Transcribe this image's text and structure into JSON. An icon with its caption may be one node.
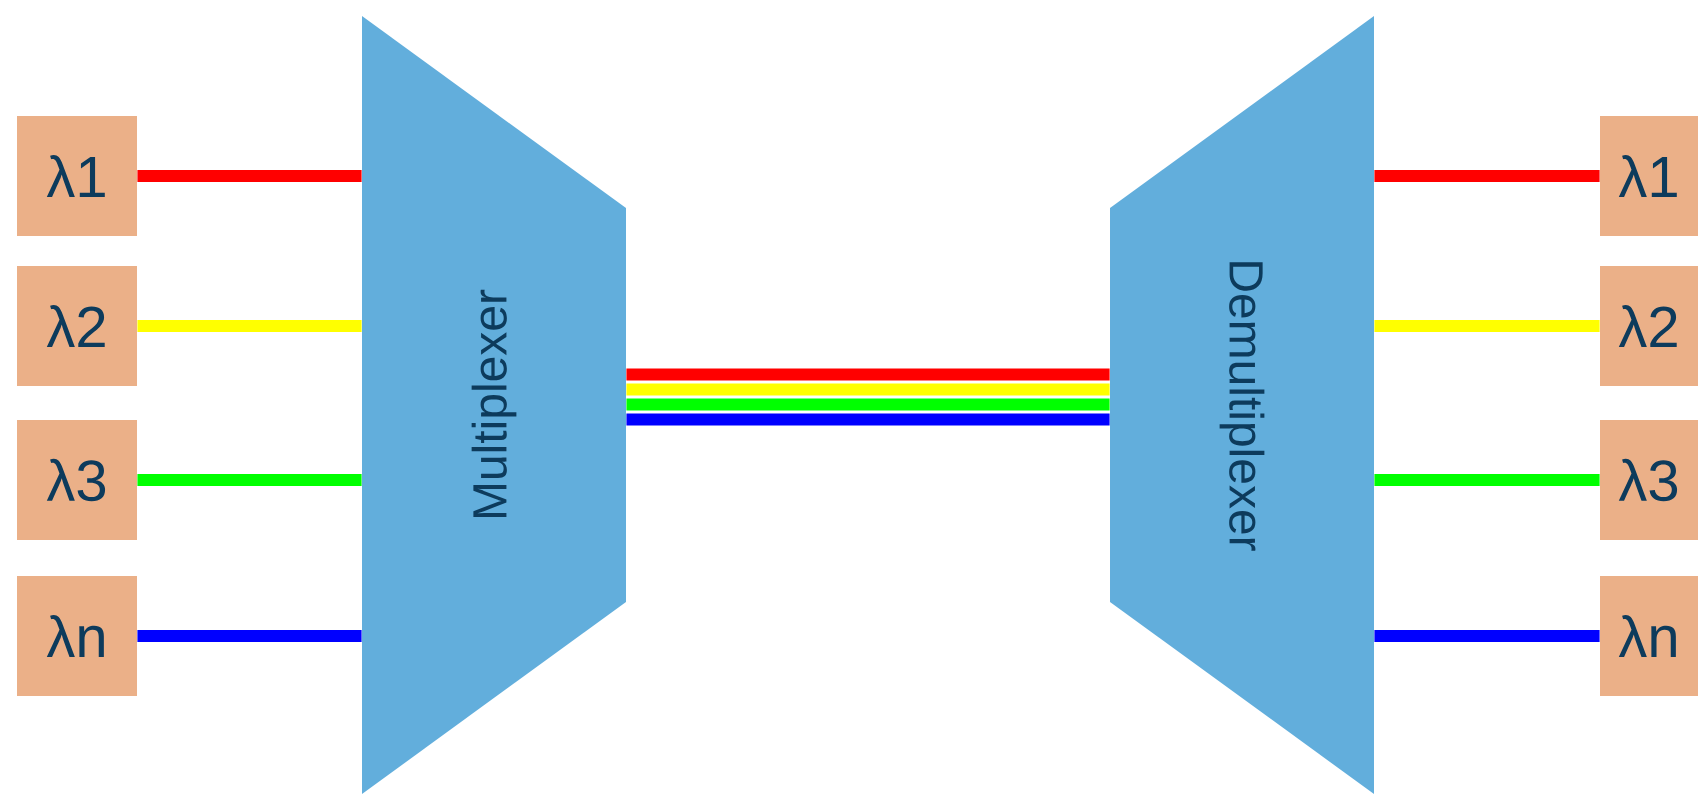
{
  "diagram": {
    "nodes": [
      {
        "text": [
          "λ1"
        ]
      },
      {
        "text": [
          "λ2"
        ]
      },
      {
        "text": [
          "λ3"
        ]
      },
      {
        "text": [
          "λn"
        ]
      },
      {
        "text": [
          "Multiplexer"
        ]
      },
      {
        "text": [
          "Demultiplexer"
        ]
      },
      {
        "text": [
          "λ1"
        ]
      },
      {
        "text": [
          "λ2"
        ]
      },
      {
        "text": [
          "λ3"
        ]
      },
      {
        "text": [
          "λn"
        ]
      }
    ],
    "edges": [
      {
        "from": 0,
        "to": 4,
        "arrow": "none",
        "color": "#ff0000"
      },
      {
        "from": 1,
        "to": 4,
        "arrow": "none",
        "color": "#ffff00"
      },
      {
        "from": 2,
        "to": 4,
        "arrow": "none",
        "color": "#00ff00"
      },
      {
        "from": 3,
        "to": 4,
        "arrow": "none",
        "color": "#0000ff"
      },
      {
        "from": 4,
        "to": 5,
        "arrow": "none",
        "color": "#ff0000"
      },
      {
        "from": 4,
        "to": 5,
        "arrow": "none",
        "color": "#ffff00"
      },
      {
        "from": 4,
        "to": 5,
        "arrow": "none",
        "color": "#00ff00"
      },
      {
        "from": 4,
        "to": 5,
        "arrow": "none",
        "color": "#0000ff"
      },
      {
        "from": 5,
        "to": 6,
        "arrow": "none",
        "color": "#ff0000"
      },
      {
        "from": 5,
        "to": 7,
        "arrow": "none",
        "color": "#ffff00"
      },
      {
        "from": 5,
        "to": 8,
        "arrow": "none",
        "color": "#00ff00"
      },
      {
        "from": 5,
        "to": 9,
        "arrow": "none",
        "color": "#0000ff"
      }
    ]
  }
}
